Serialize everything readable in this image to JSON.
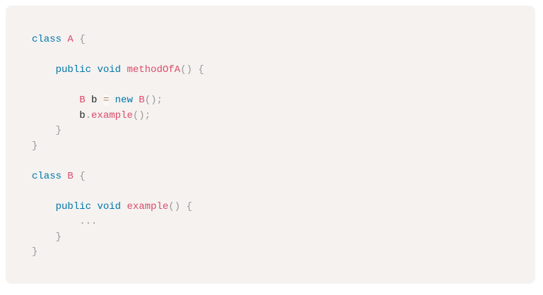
{
  "palette": {
    "page-bg": "#ffffff",
    "panel-bg": "#f5f2f0",
    "plain": "#222222",
    "keyword": "#0077aa",
    "class-name": "#dd4a68",
    "function": "#dd4a68",
    "punctuation": "#999999",
    "operator": "#a67f59",
    "operator-bg": "rgba(255,255,255,0.5)"
  },
  "code": {
    "language": "java",
    "lines": [
      [
        {
          "t": "class",
          "y": "keyword"
        },
        {
          "t": " ",
          "y": "plain"
        },
        {
          "t": "A",
          "y": "class-name"
        },
        {
          "t": " ",
          "y": "plain"
        },
        {
          "t": "{",
          "y": "punctuation"
        }
      ],
      [],
      [
        {
          "t": "    ",
          "y": "plain"
        },
        {
          "t": "public",
          "y": "keyword"
        },
        {
          "t": " ",
          "y": "plain"
        },
        {
          "t": "void",
          "y": "keyword"
        },
        {
          "t": " ",
          "y": "plain"
        },
        {
          "t": "methodOfA",
          "y": "function"
        },
        {
          "t": "()",
          "y": "punctuation"
        },
        {
          "t": " ",
          "y": "plain"
        },
        {
          "t": "{",
          "y": "punctuation"
        }
      ],
      [],
      [
        {
          "t": "        ",
          "y": "plain"
        },
        {
          "t": "B",
          "y": "class-name"
        },
        {
          "t": " b ",
          "y": "plain"
        },
        {
          "t": "=",
          "y": "operator"
        },
        {
          "t": " ",
          "y": "plain"
        },
        {
          "t": "new",
          "y": "keyword"
        },
        {
          "t": " ",
          "y": "plain"
        },
        {
          "t": "B",
          "y": "class-name"
        },
        {
          "t": "();",
          "y": "punctuation"
        }
      ],
      [
        {
          "t": "        b",
          "y": "plain"
        },
        {
          "t": ".",
          "y": "punctuation"
        },
        {
          "t": "example",
          "y": "function"
        },
        {
          "t": "();",
          "y": "punctuation"
        }
      ],
      [
        {
          "t": "    ",
          "y": "plain"
        },
        {
          "t": "}",
          "y": "punctuation"
        }
      ],
      [
        {
          "t": "}",
          "y": "punctuation"
        }
      ],
      [],
      [
        {
          "t": "class",
          "y": "keyword"
        },
        {
          "t": " ",
          "y": "plain"
        },
        {
          "t": "B",
          "y": "class-name"
        },
        {
          "t": " ",
          "y": "plain"
        },
        {
          "t": "{",
          "y": "punctuation"
        }
      ],
      [],
      [
        {
          "t": "    ",
          "y": "plain"
        },
        {
          "t": "public",
          "y": "keyword"
        },
        {
          "t": " ",
          "y": "plain"
        },
        {
          "t": "void",
          "y": "keyword"
        },
        {
          "t": " ",
          "y": "plain"
        },
        {
          "t": "example",
          "y": "function"
        },
        {
          "t": "()",
          "y": "punctuation"
        },
        {
          "t": " ",
          "y": "plain"
        },
        {
          "t": "{",
          "y": "punctuation"
        }
      ],
      [
        {
          "t": "        ",
          "y": "plain"
        },
        {
          "t": "...",
          "y": "punctuation"
        }
      ],
      [
        {
          "t": "    ",
          "y": "plain"
        },
        {
          "t": "}",
          "y": "punctuation"
        }
      ],
      [
        {
          "t": "}",
          "y": "punctuation"
        }
      ]
    ]
  }
}
